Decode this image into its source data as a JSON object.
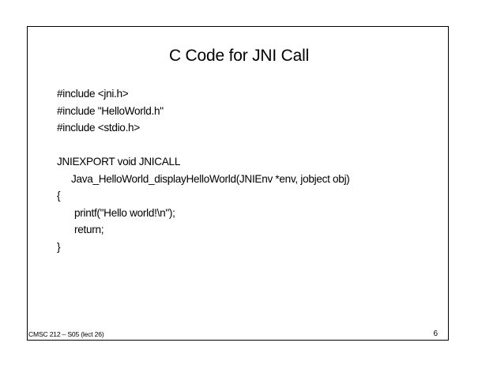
{
  "slide": {
    "title": "C Code for JNI Call",
    "code_lines": [
      "#include <jni.h>",
      "#include \"HelloWorld.h\"",
      "#include <stdio.h>",
      "",
      "JNIEXPORT void JNICALL",
      "Java_HelloWorld_displayHelloWorld(JNIEnv *env, jobject obj)",
      "{",
      "printf(\"Hello world!\\n\");",
      "return;",
      "}"
    ],
    "footer": "CMSC 212 – S05 (lect 26)",
    "page_number": "6"
  }
}
